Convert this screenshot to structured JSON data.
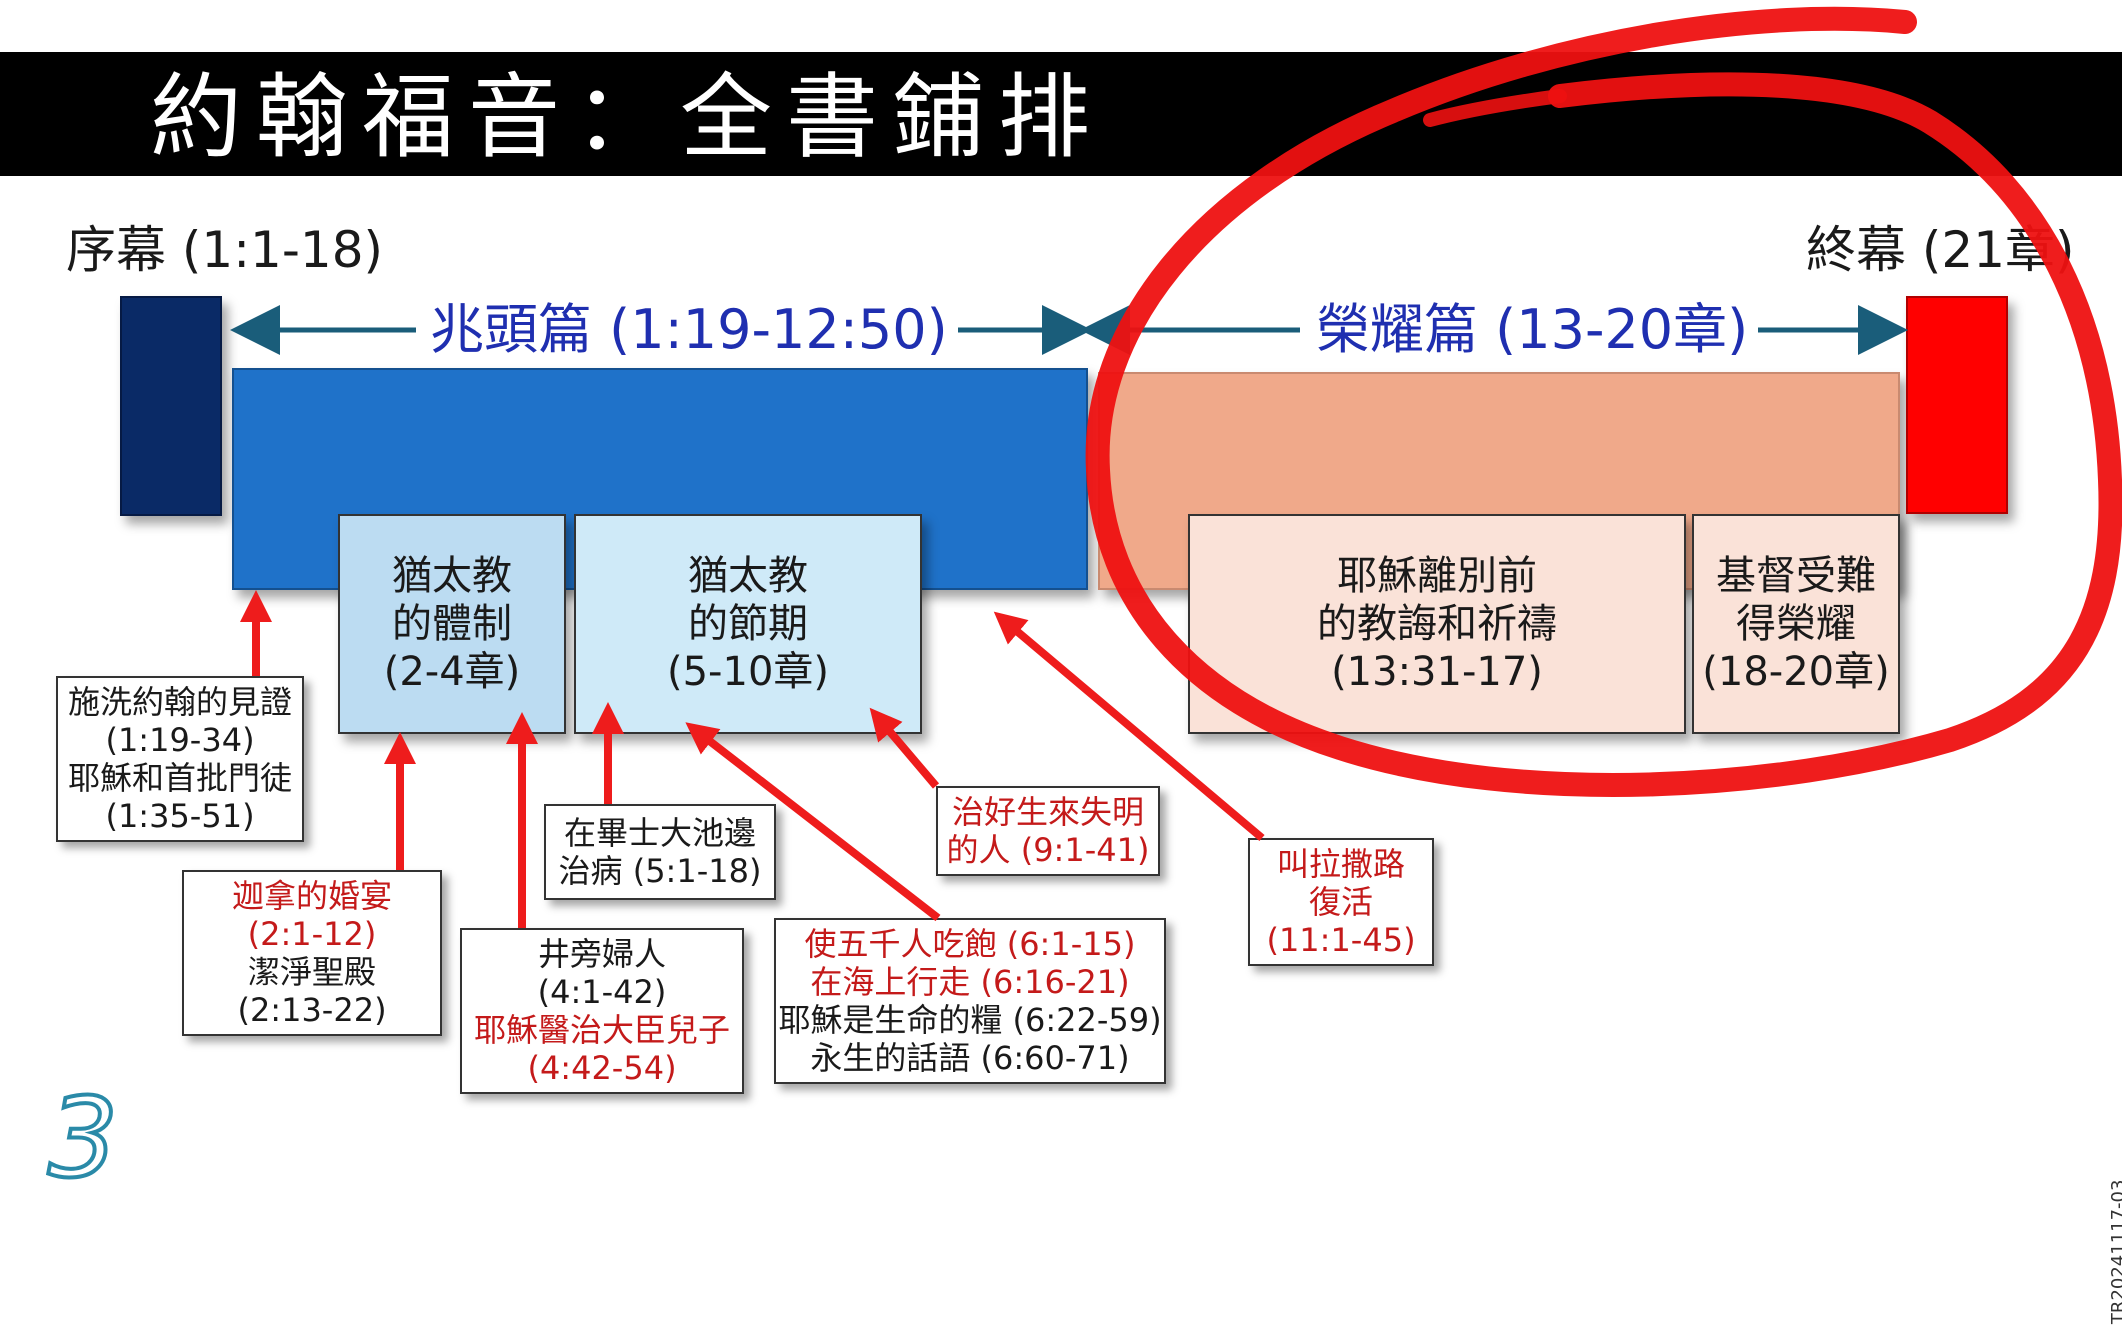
{
  "title": "約翰福音：全書鋪排",
  "sections": {
    "prologue": "序幕 (1:1-18)",
    "epilogue": "終幕 (21章)",
    "signs": "兆頭篇 (1:19-12:50)",
    "glory": "榮耀篇 (13-20章)"
  },
  "blocks": {
    "body_system": [
      "猶太教",
      "的體制",
      "(2-4章)"
    ],
    "festivals": [
      "猶太教",
      "的節期",
      "(5-10章)"
    ],
    "farewell": [
      "耶穌離別前",
      "的教誨和祈禱",
      "(13:31-17)"
    ],
    "passion": [
      "基督受難",
      "得榮耀",
      "(18-20章)"
    ]
  },
  "notes": {
    "baptist": [
      "施洗約翰的見證",
      "(1:19-34)",
      "耶穌和首批門徒",
      "(1:35-51)"
    ],
    "cana": [
      "迦拿的婚宴",
      "(2:1-12)",
      "潔淨聖殿",
      "(2:13-22)"
    ],
    "well": [
      "井旁婦人",
      "(4:1-42)",
      "耶穌醫治大臣兒子",
      "(4:42-54)"
    ],
    "pool": [
      "在畢士大池邊",
      "治病 (5:1-18)"
    ],
    "bread": [
      "使五千人吃飽 (6:1-15)",
      "在海上行走 (6:16-21)",
      "耶穌是生命的糧 (6:22-59)",
      "永生的話語 (6:60-71)"
    ],
    "blind": [
      "治好生來失明",
      "的人 (9:1-41)"
    ],
    "lazarus": [
      "叫拉撒路",
      "復活",
      "(11:1-45)"
    ]
  },
  "page_number": "3",
  "stamp": "TR20241117-03",
  "colors": {
    "prologue_block": "#0a2a66",
    "signs_block": "#1f72c9",
    "glory_block": "#f0a98a",
    "epilogue_block": "#ff0000",
    "light_blue_1": "#bcdcf2",
    "light_blue_2": "#cfeaf8",
    "light_peach": "#fae2d8",
    "arrow_red": "#ee1c1c",
    "label_blue": "#1f2fb0"
  }
}
